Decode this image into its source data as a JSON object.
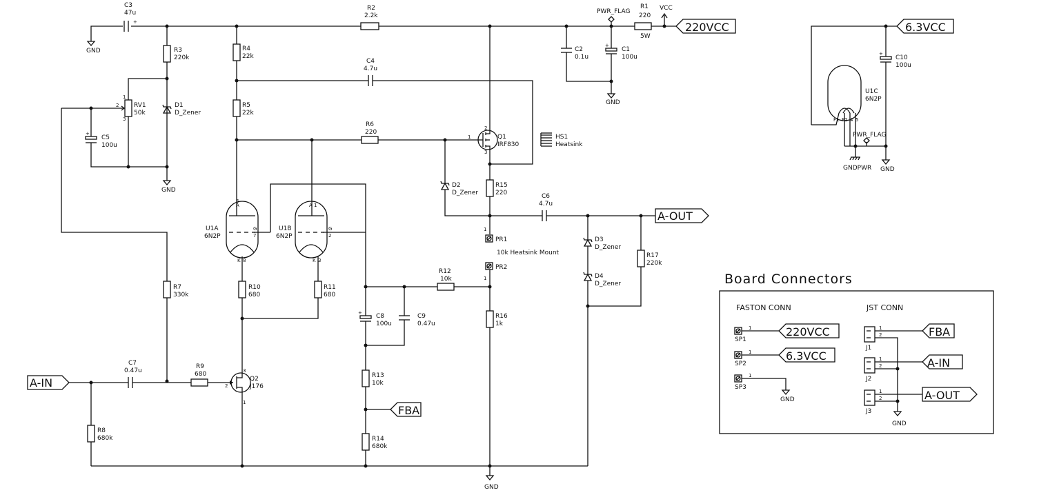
{
  "parts": {
    "c3": {
      "ref": "C3",
      "val": "47u"
    },
    "r2": {
      "ref": "R2",
      "val": "2.2k"
    },
    "r1": {
      "ref": "R1",
      "val": "220",
      "extra": "5W"
    },
    "pwr_flag_1": "PWR_FLAG",
    "vcc": "VCC",
    "r3": {
      "ref": "R3",
      "val": "220k"
    },
    "r4": {
      "ref": "R4",
      "val": "22k"
    },
    "c4": {
      "ref": "C4",
      "val": "4.7u"
    },
    "c2": {
      "ref": "C2",
      "val": "0.1u"
    },
    "c1": {
      "ref": "C1",
      "val": "100u"
    },
    "rv1": {
      "ref": "RV1",
      "val": "50k"
    },
    "d1": {
      "ref": "D1",
      "val": "D_Zener"
    },
    "r5": {
      "ref": "R5",
      "val": "22k"
    },
    "c5": {
      "ref": "C5",
      "val": "100u"
    },
    "r6": {
      "ref": "R6",
      "val": "220"
    },
    "q1": {
      "ref": "Q1",
      "val": "IRF830"
    },
    "hs1": {
      "ref": "HS1",
      "val": "Heatsink"
    },
    "d2": {
      "ref": "D2",
      "val": "D_Zener"
    },
    "r15": {
      "ref": "R15",
      "val": "220"
    },
    "c6": {
      "ref": "C6",
      "val": "4.7u"
    },
    "u1a": {
      "ref": "U1A",
      "val": "6N2P"
    },
    "u1b": {
      "ref": "U1B",
      "val": "6N2P"
    },
    "pr1": {
      "ref": "PR1",
      "val": "10k Heatsink Mount"
    },
    "pr2": {
      "ref": "PR2"
    },
    "d3": {
      "ref": "D3",
      "val": "D_Zener"
    },
    "d4": {
      "ref": "D4",
      "val": "D_Zener"
    },
    "r17": {
      "ref": "R17",
      "val": "220k"
    },
    "r12": {
      "ref": "R12",
      "val": "10k"
    },
    "r7": {
      "ref": "R7",
      "val": "330k"
    },
    "r10": {
      "ref": "R10",
      "val": "680"
    },
    "r11": {
      "ref": "R11",
      "val": "680"
    },
    "c8": {
      "ref": "C8",
      "val": "100u"
    },
    "c9": {
      "ref": "C9",
      "val": "0.47u"
    },
    "r16": {
      "ref": "R16",
      "val": "1k"
    },
    "c7": {
      "ref": "C7",
      "val": "0.47u"
    },
    "r9": {
      "ref": "R9",
      "val": "680"
    },
    "q2": {
      "ref": "Q2",
      "val": "J176"
    },
    "r13": {
      "ref": "R13",
      "val": "10k"
    },
    "r8": {
      "ref": "R8",
      "val": "680k"
    },
    "r14": {
      "ref": "R14",
      "val": "680k"
    },
    "c10": {
      "ref": "C10",
      "val": "100u"
    },
    "u1c": {
      "ref": "U1C",
      "val": "6N2P"
    },
    "pwr_flag_2": "PWR_FLAG",
    "gndpwr": "GNDPWR"
  },
  "gnd": "GND",
  "labels": {
    "v220": "220VCC",
    "v63": "6.3VCC",
    "aout": "A-OUT",
    "ain": "A-IN",
    "fba": "FBA"
  },
  "pins": {
    "one": "1",
    "two": "2",
    "three": "3",
    "a": "A",
    "g": "G",
    "k": "K",
    "a6": "6",
    "g7": "7",
    "k8": "8",
    "a1": "1",
    "g2": "2",
    "k3": "3",
    "f1": "F1",
    "f2": "F2",
    "p4": "4",
    "p5": "5"
  },
  "board": {
    "title": "Board Connectors",
    "faston_title": "FASTON CONN",
    "jst_title": "JST CONN",
    "sp1": "SP1",
    "sp2": "SP2",
    "sp3": "SP3",
    "sp1_label": "220VCC",
    "sp2_label": "6.3VCC",
    "j1": "J1",
    "j2": "J2",
    "j3": "J3",
    "j1_label": "FBA",
    "j2_label": "A-IN",
    "j3_label": "A-OUT"
  }
}
